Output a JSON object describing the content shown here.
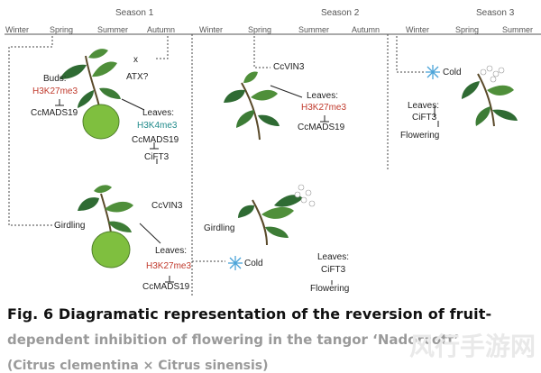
{
  "timeline": {
    "seasons": [
      "Season 1",
      "Season 2",
      "Season 3"
    ],
    "months": [
      "Winter",
      "Spring",
      "Summer",
      "Autumn",
      "Winter",
      "Spring",
      "Summer",
      "Autumn",
      "Winter",
      "Spring",
      "Summer"
    ]
  },
  "panel_top_left": {
    "x_mark": "x",
    "atx": "ATX?",
    "buds_label": "Buds:",
    "buds_mark": "H3K27me3",
    "buds_gene": "CcMADS19",
    "leaves_label": "Leaves:",
    "leaves_mark": "H3K4me3",
    "leaves_gene": "CcMADS19",
    "leaves_target": "CiFT3"
  },
  "panel_top_mid": {
    "gene": "CcVIN3",
    "leaves_label": "Leaves:",
    "leaves_mark": "H3K27me3",
    "leaves_gene": "CcMADS19"
  },
  "panel_top_right": {
    "cold_label": "Cold",
    "leaves_label": "Leaves:",
    "target": "CiFT3",
    "outcome": "Flowering"
  },
  "panel_bottom_left": {
    "gene": "CcVIN3",
    "treatment": "Girdling",
    "leaves_label": "Leaves:",
    "leaves_mark": "H3K27me3",
    "leaves_gene": "CcMADS19"
  },
  "panel_bottom_mid": {
    "treatment": "Girdling",
    "cold_label": "Cold",
    "leaves_label": "Leaves:",
    "target": "CiFT3",
    "outcome": "Flowering"
  },
  "caption": {
    "line1": "Fig. 6 Diagramatic representation of the reversion of fruit-",
    "line2": "dependent inhibition of flowering in the tangor ‘Nadorcott’",
    "line3": "(Citrus clementina × Citrus sinensis)"
  },
  "watermark": "风行手游网",
  "colors": {
    "leaf_dark": "#2f6b33",
    "leaf_mid": "#4f8f3a",
    "fruit": "#7fbf3f",
    "red_mark": "#c0392b",
    "teal_mark": "#1f8a8a",
    "snow": "#4aa3d8"
  },
  "icons": [
    "snowflake-icon",
    "inhibition-icon"
  ]
}
